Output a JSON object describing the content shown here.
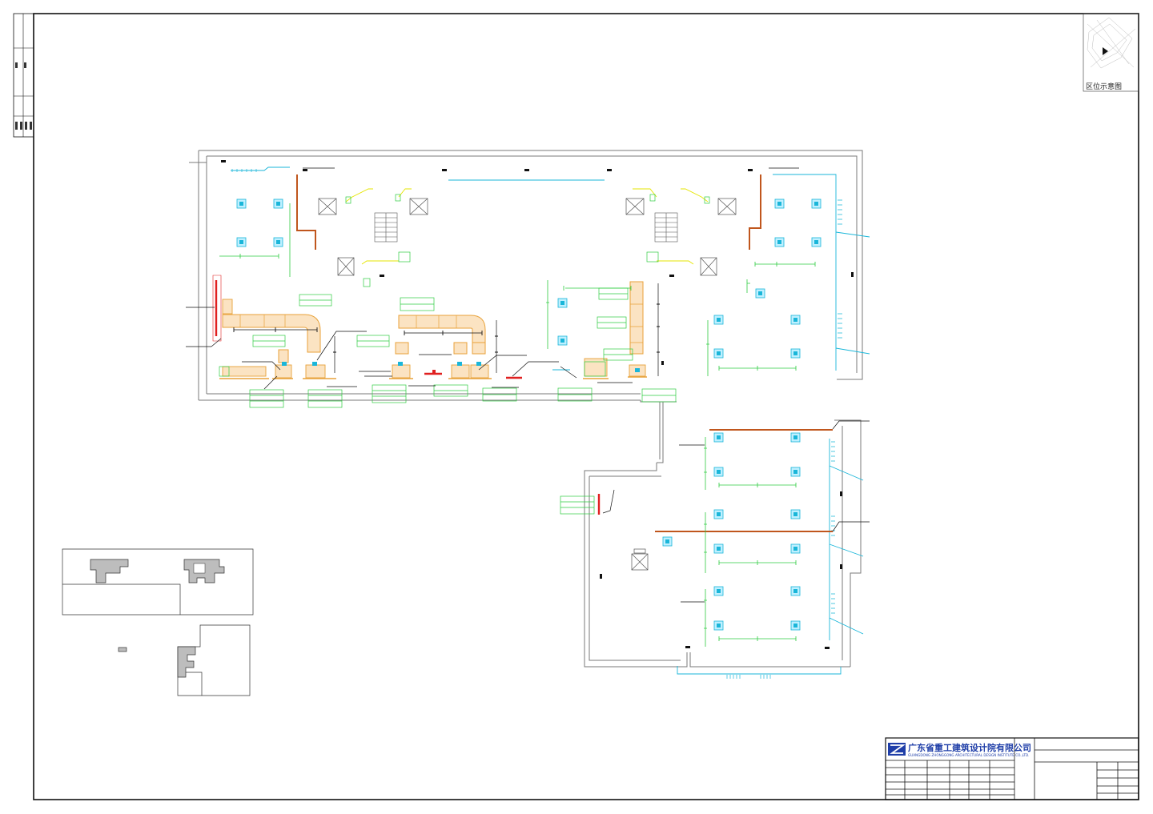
{
  "drawing": {
    "key_plan_label": "区位示意图",
    "firm_name_cn": "广东省重工建筑设计院有限公司",
    "firm_name_en": "GUANGDONG ZHONGGONG ARCHITECTURAL DESIGN INSTITUTE CO.,LTD.",
    "logo_mark": "ZG"
  },
  "colors": {
    "frame": "#111111",
    "wall": "#7a7a7a",
    "duct": "#e8a23a",
    "duct_fill": "#fbe3c2",
    "hot_pipe": "#c0561d",
    "fire_red": "#e02020",
    "supply_cyan": "#1ab6d9",
    "note_green": "#2ecc40",
    "yellow_pipe": "#e6e600",
    "firm_blue": "#1f3ea8"
  }
}
